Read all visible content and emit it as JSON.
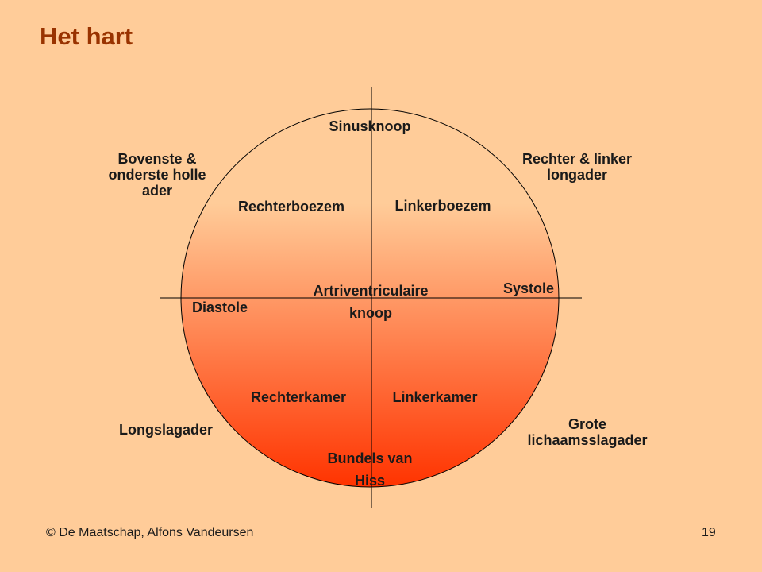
{
  "slide": {
    "title": "Het hart",
    "footer_left": "© De Maatschap, Alfons Vandeursen",
    "page_number": "19"
  },
  "colors": {
    "background": "#FFCC99",
    "title": "#993300",
    "gradient_top": "#FFCC99",
    "gradient_bottom": "#FF3300"
  },
  "diagram": {
    "sinusknoop": "Sinusknoop",
    "rechterboezem": "Rechterboezem",
    "linkerboezem": "Linkerboezem",
    "av_knoop": "Artriventriculaire\nknoop",
    "diastole": "Diastole",
    "systole": "Systole",
    "rechterkamer": "Rechterkamer",
    "linkerkamer": "Linkerkamer",
    "bundels_van_hiss": "Bundels van\nHiss",
    "holle_ader": "Bovenste &\nonderste holle\nader",
    "longader": "Rechter & linker\nlongader",
    "longslagader": "Longslagader",
    "lichaamsslagader": "Grote\nlichaamsslagader"
  }
}
